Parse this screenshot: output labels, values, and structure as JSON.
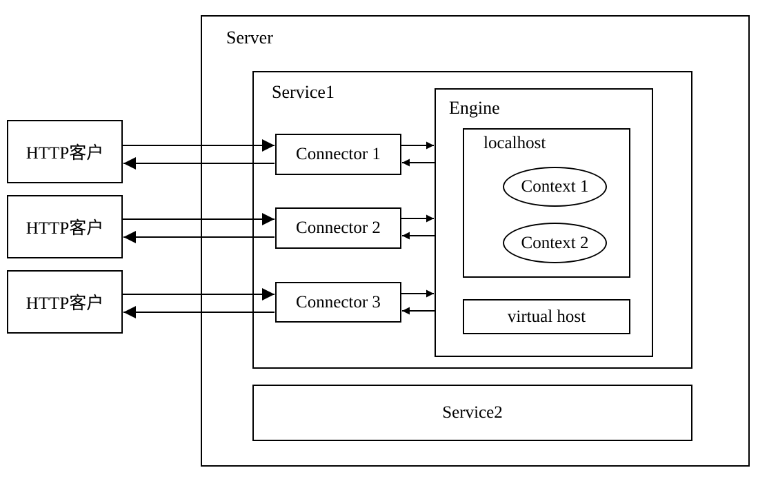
{
  "clients": [
    {
      "label": "HTTP客户"
    },
    {
      "label": "HTTP客户"
    },
    {
      "label": "HTTP客户"
    }
  ],
  "server": {
    "label": "Server"
  },
  "service1": {
    "label": "Service1",
    "connectors": [
      {
        "label": "Connector 1"
      },
      {
        "label": "Connector 2"
      },
      {
        "label": "Connector 3"
      }
    ],
    "engine": {
      "label": "Engine",
      "localhost": {
        "label": "localhost",
        "contexts": [
          {
            "label": "Context 1"
          },
          {
            "label": "Context 2"
          }
        ]
      },
      "virtual_host": {
        "label": "virtual host"
      }
    }
  },
  "service2": {
    "label": "Service2"
  }
}
